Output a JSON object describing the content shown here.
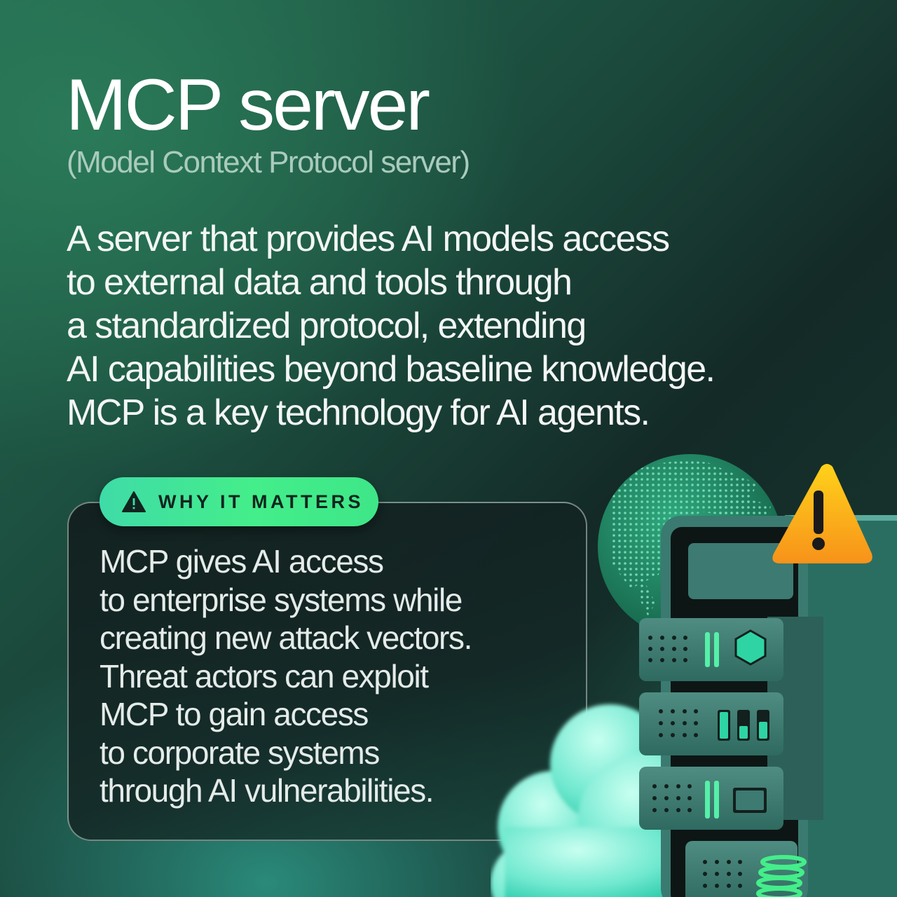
{
  "header": {
    "title": "MCP server",
    "subtitle": "(Model Context Protocol server)"
  },
  "description": {
    "lines": [
      "A server that provides AI models access",
      "to external data and tools through",
      "a standardized protocol, extending",
      "AI capabilities beyond baseline knowledge.",
      "MCP is a key technology for AI agents."
    ]
  },
  "why_it_matters": {
    "badge_label": "WHY IT MATTERS",
    "badge_icon": "warning-triangle-icon",
    "lines": [
      "MCP gives AI access",
      "to enterprise systems while",
      "creating new attack vectors.",
      "Threat actors can exploit",
      "MCP to gain access",
      "to corporate systems",
      "through AI vulnerabilities."
    ]
  },
  "illustration": {
    "elements": [
      "globe-icon",
      "server-rack-icon",
      "warning-triangle-icon",
      "cloud-icon"
    ],
    "colors": {
      "accent_green": "#44ee8a",
      "teal": "#3fdba8",
      "warning": "#f7a21a",
      "server": "#2f6a60"
    }
  }
}
